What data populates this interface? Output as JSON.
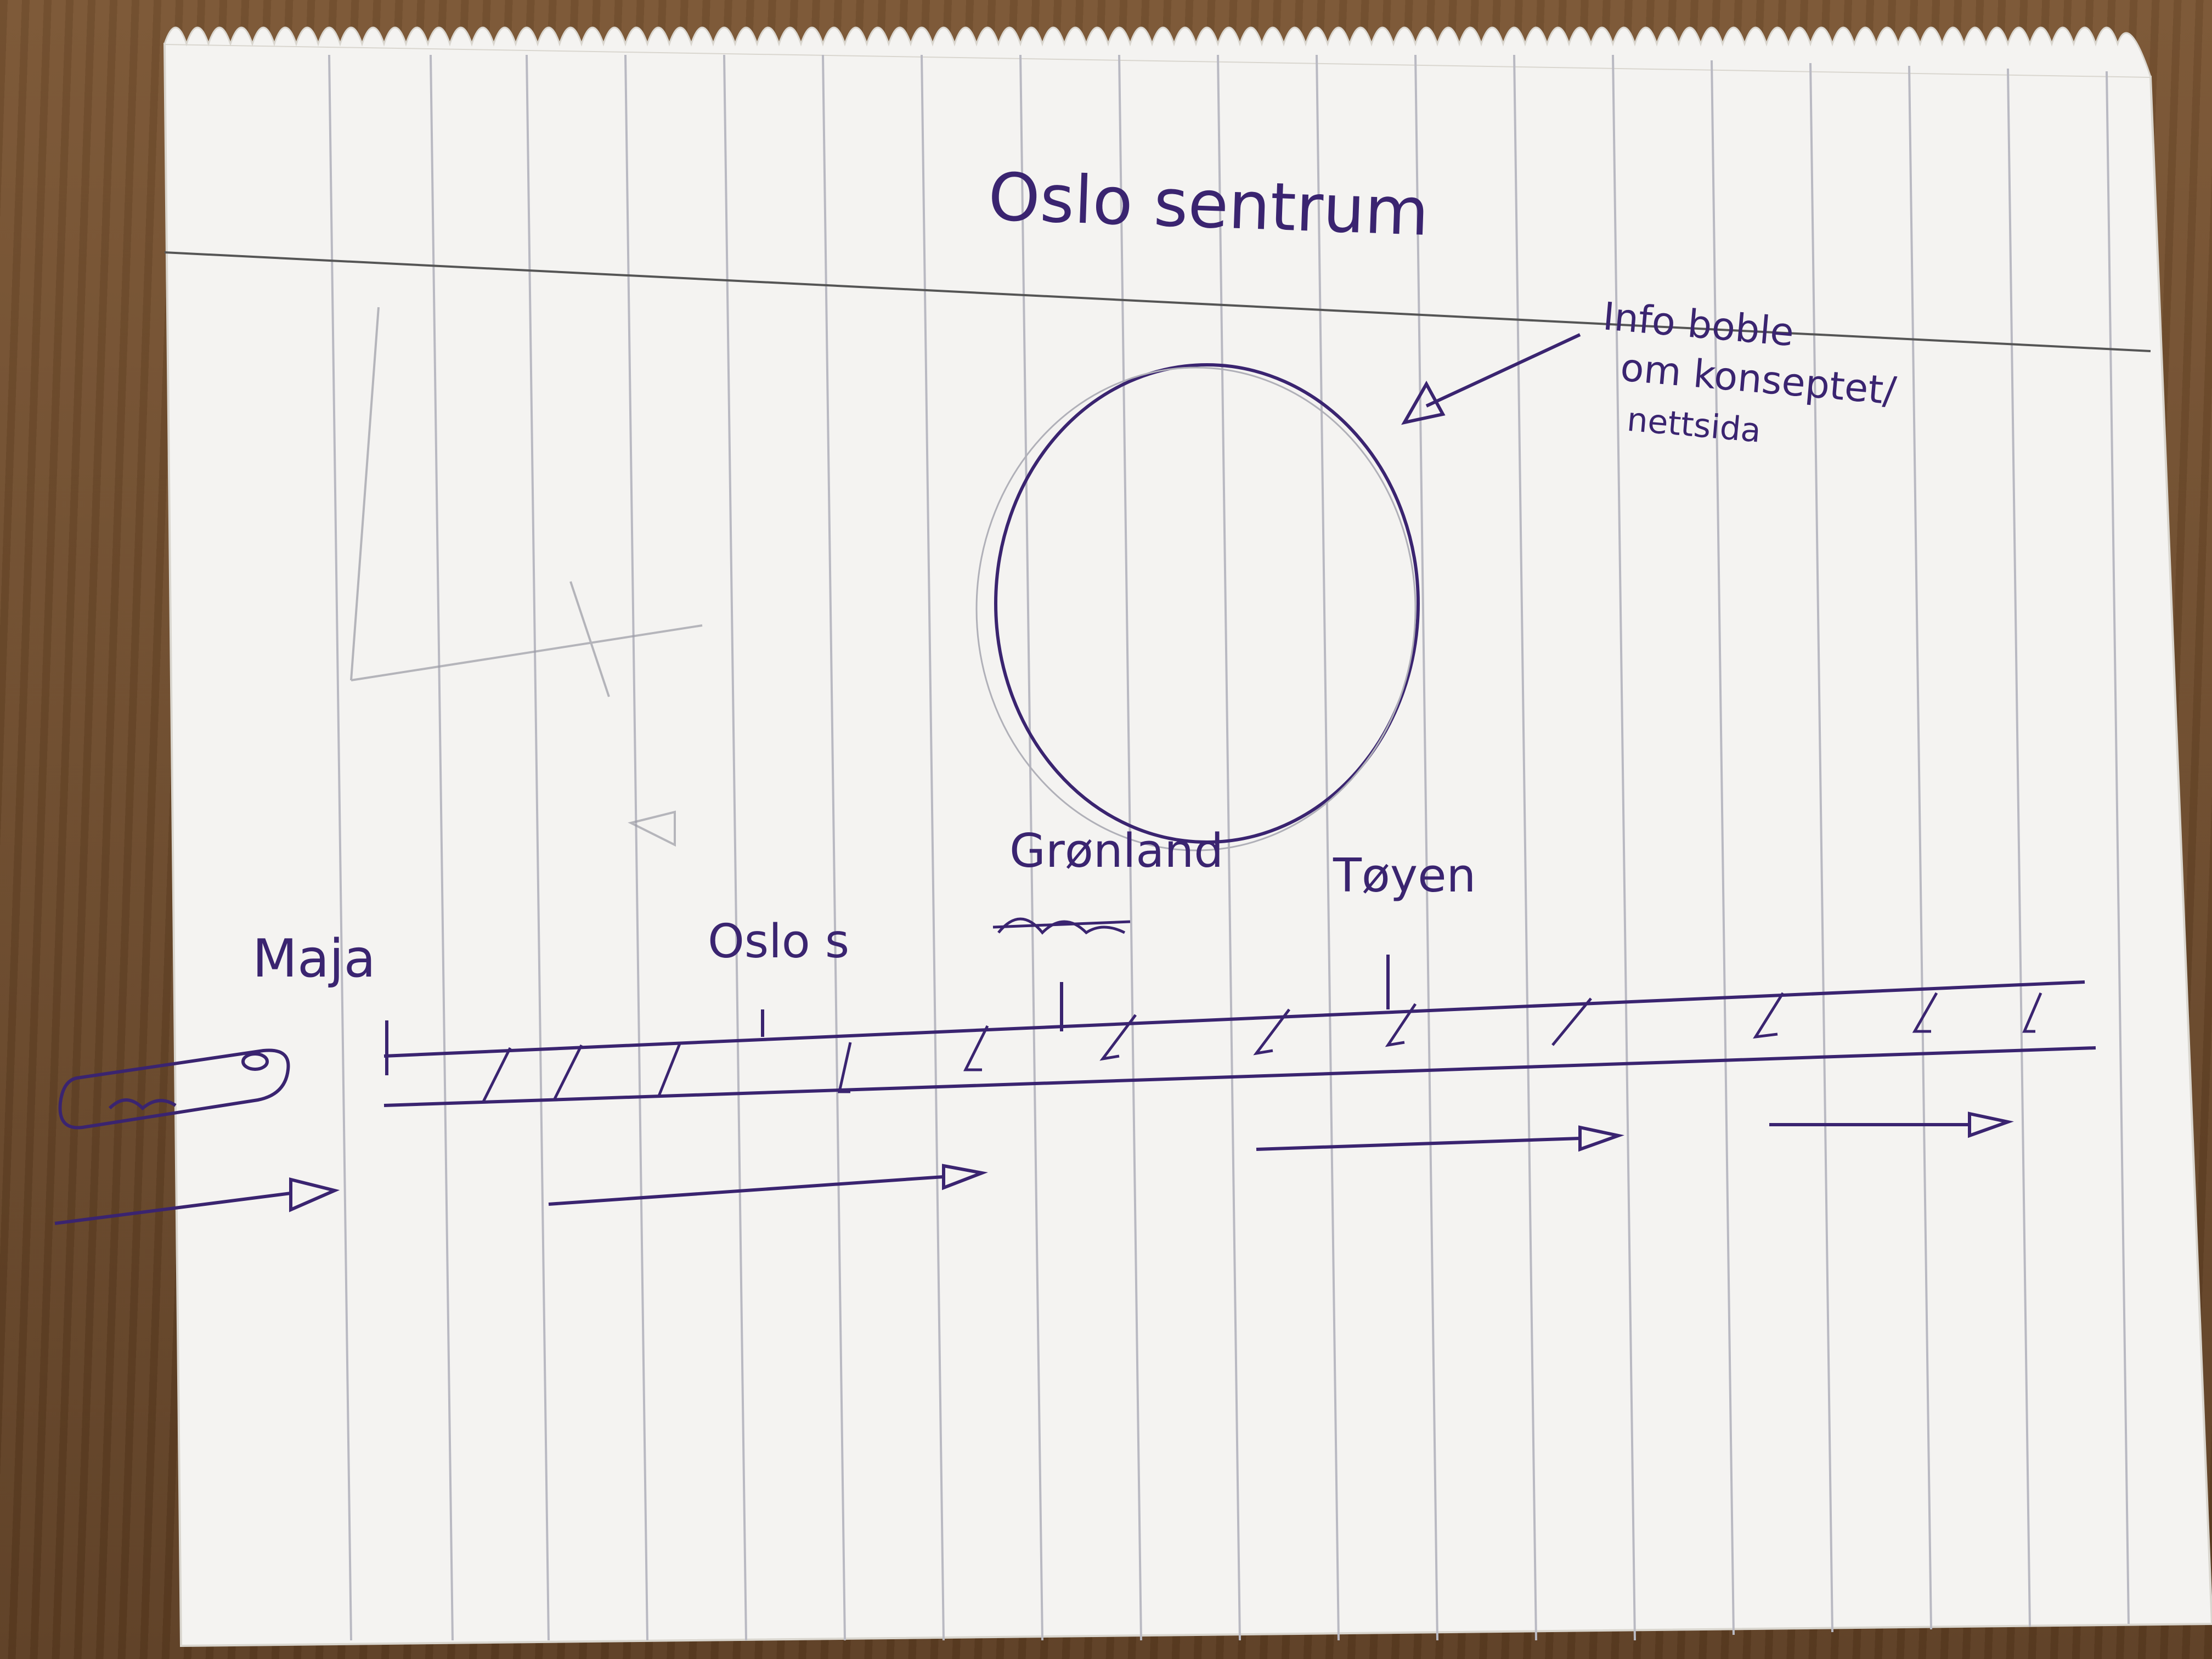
{
  "page": {
    "title": "Oslo sentrum",
    "annotation_lines": [
      "Info boble",
      "om konseptet/",
      "nettsida"
    ]
  },
  "timeline": {
    "start_label": "Maja",
    "stations": [
      {
        "name": "Oslo s"
      },
      {
        "name": "Grønland"
      },
      {
        "name": "Tøyen"
      }
    ]
  },
  "colors": {
    "ink": "#3a2470",
    "paper": "#f4f3f1",
    "rule_line": "#b9b9c2",
    "desk": "#6b4a2b"
  },
  "icons": {
    "bubble": "info-bubble-circle",
    "pointer": "arrow-pointer-icon",
    "train": "train-icon",
    "direction": "direction-arrow-icon"
  }
}
